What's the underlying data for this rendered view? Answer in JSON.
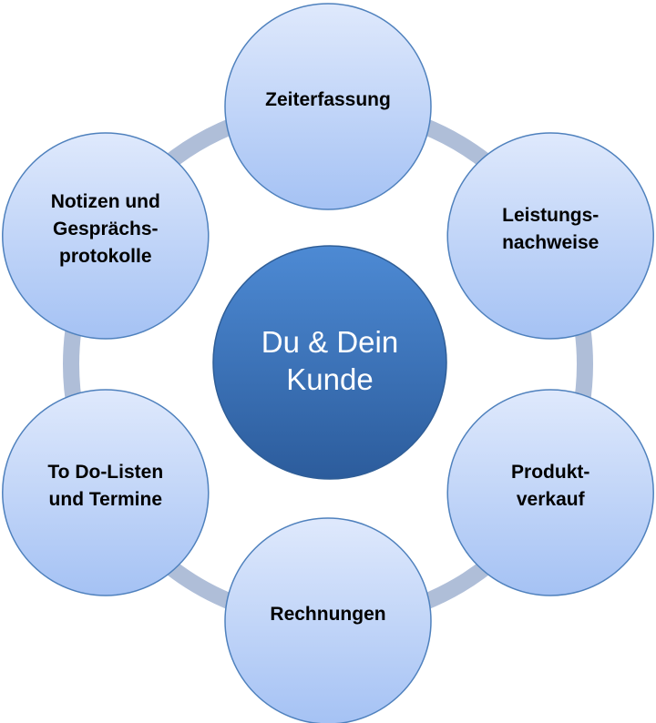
{
  "center": {
    "lines": [
      "Du & Dein",
      "Kunde"
    ]
  },
  "nodes": [
    {
      "lines": [
        "Zeiterfassung"
      ]
    },
    {
      "lines": [
        "Leistungs-",
        "nachweise"
      ]
    },
    {
      "lines": [
        "Produkt-",
        "verkauf"
      ]
    },
    {
      "lines": [
        "Rechnungen"
      ]
    },
    {
      "lines": [
        "To Do-Listen",
        "und Termine"
      ]
    },
    {
      "lines": [
        "Notizen und",
        "Gesprächs-",
        "protokolle"
      ]
    }
  ],
  "colors": {
    "ring": "#afbed8",
    "node_top": "#dfe9fc",
    "node_bottom": "#a5c2f4",
    "node_border": "#4f81bd",
    "center_top": "#4d8ad4",
    "center_bottom": "#2c5c9c"
  }
}
